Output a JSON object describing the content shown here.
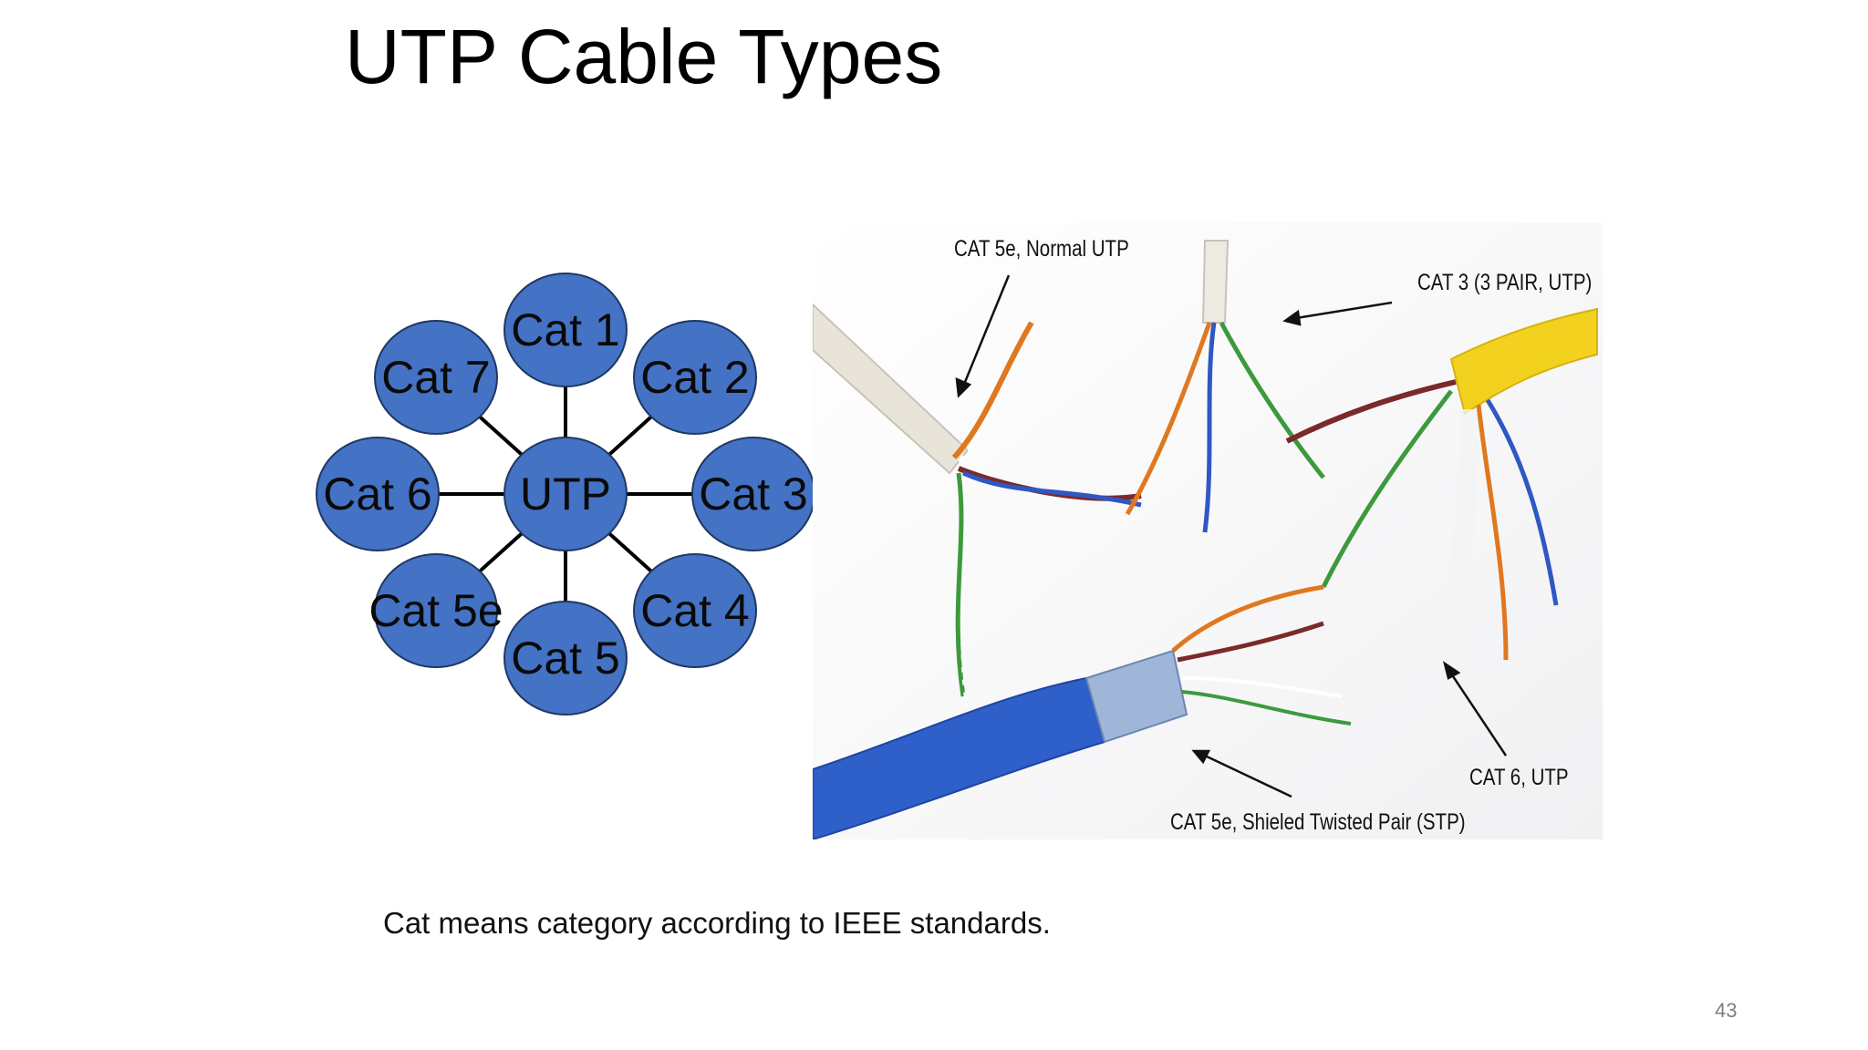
{
  "slide": {
    "title": "UTP Cable Types",
    "footer_note": "Cat means category according to IEEE standards.",
    "page_number": "43"
  },
  "diagram": {
    "center": "UTP",
    "nodes": [
      "Cat 1",
      "Cat 2",
      "Cat 3",
      "Cat 4",
      "Cat 5",
      "Cat 5e",
      "Cat 6",
      "Cat 7"
    ],
    "node_fill": "#4472C4",
    "line_color": "#000000"
  },
  "photo": {
    "labels": {
      "cat5e_normal": "CAT 5e, Normal UTP",
      "cat3": "CAT 3 (3 PAIR, UTP)",
      "cat6": "CAT 6, UTP",
      "cat5e_stp": "CAT 5e, Shieled Twisted Pair (STP)"
    },
    "cable_colors": {
      "grey_jacket": "#E8E4DA",
      "yellow_jacket": "#F2D21E",
      "blue_jacket": "#2F5FC8"
    }
  }
}
